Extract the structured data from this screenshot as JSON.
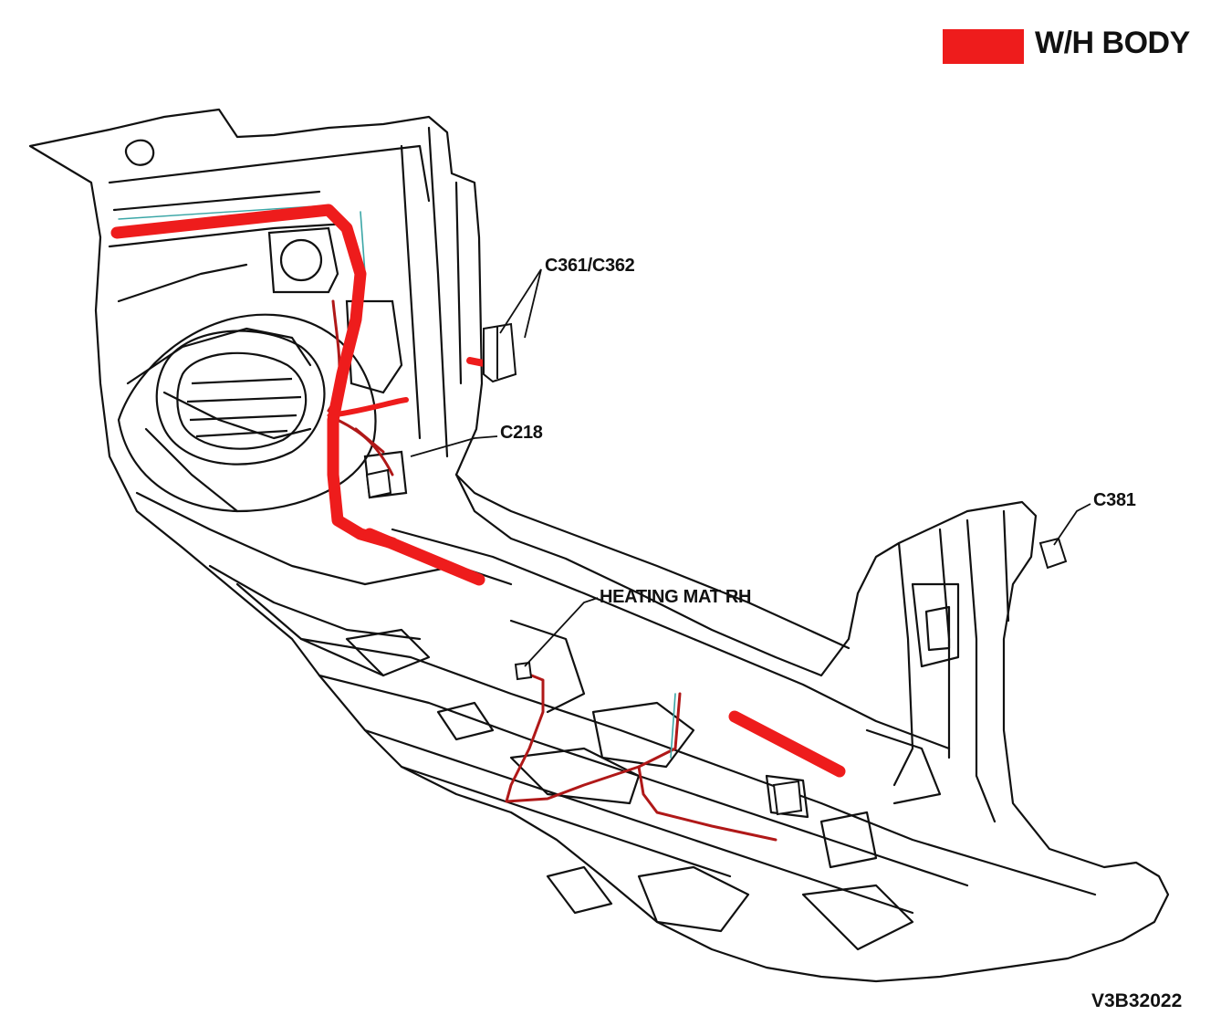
{
  "legend": {
    "label": "W/H BODY",
    "color": "#ee1c1c"
  },
  "callouts": {
    "c361_c362": "C361/C362",
    "c218": "C218",
    "c381": "C381",
    "heating_mat": "HEATING MAT RH"
  },
  "figure_code": "V3B32022",
  "colors": {
    "harness": "#ee1c1c",
    "linework": "#111111",
    "secondary_wire": "#b01818",
    "accent_wire": "#3aa6a6"
  }
}
